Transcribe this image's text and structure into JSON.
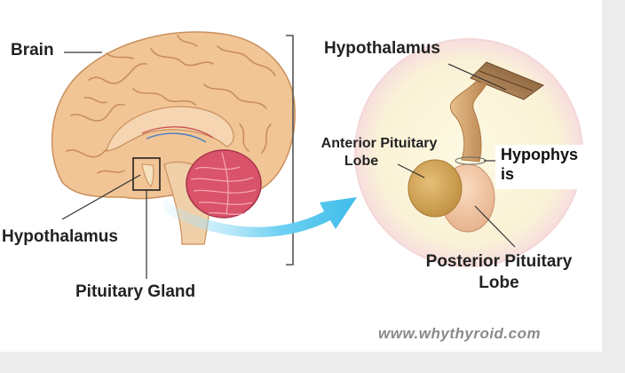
{
  "labels": {
    "brain": "Brain",
    "hypothalamus_left": "Hypothalamus",
    "pituitary_gland": "Pituitary Gland",
    "hypothalamus_right": "Hypothalamus",
    "anterior_line1": "Anterior Pituitary",
    "anterior_line2": "Lobe",
    "posterior_line1": "Posterior Pituitary",
    "posterior_line2": "Lobe",
    "hypophysis_line1": "Hypophys",
    "hypophysis_line2": "is"
  },
  "watermark": "www.whythyroid.com",
  "colors": {
    "brain": "#f2c596",
    "brain_fold": "#c98f5c",
    "cerebellum": "#d9536a",
    "arrow": "#5cc8ef",
    "halo": "#f8e9e6",
    "halo_inner": "#fbf6dc"
  }
}
